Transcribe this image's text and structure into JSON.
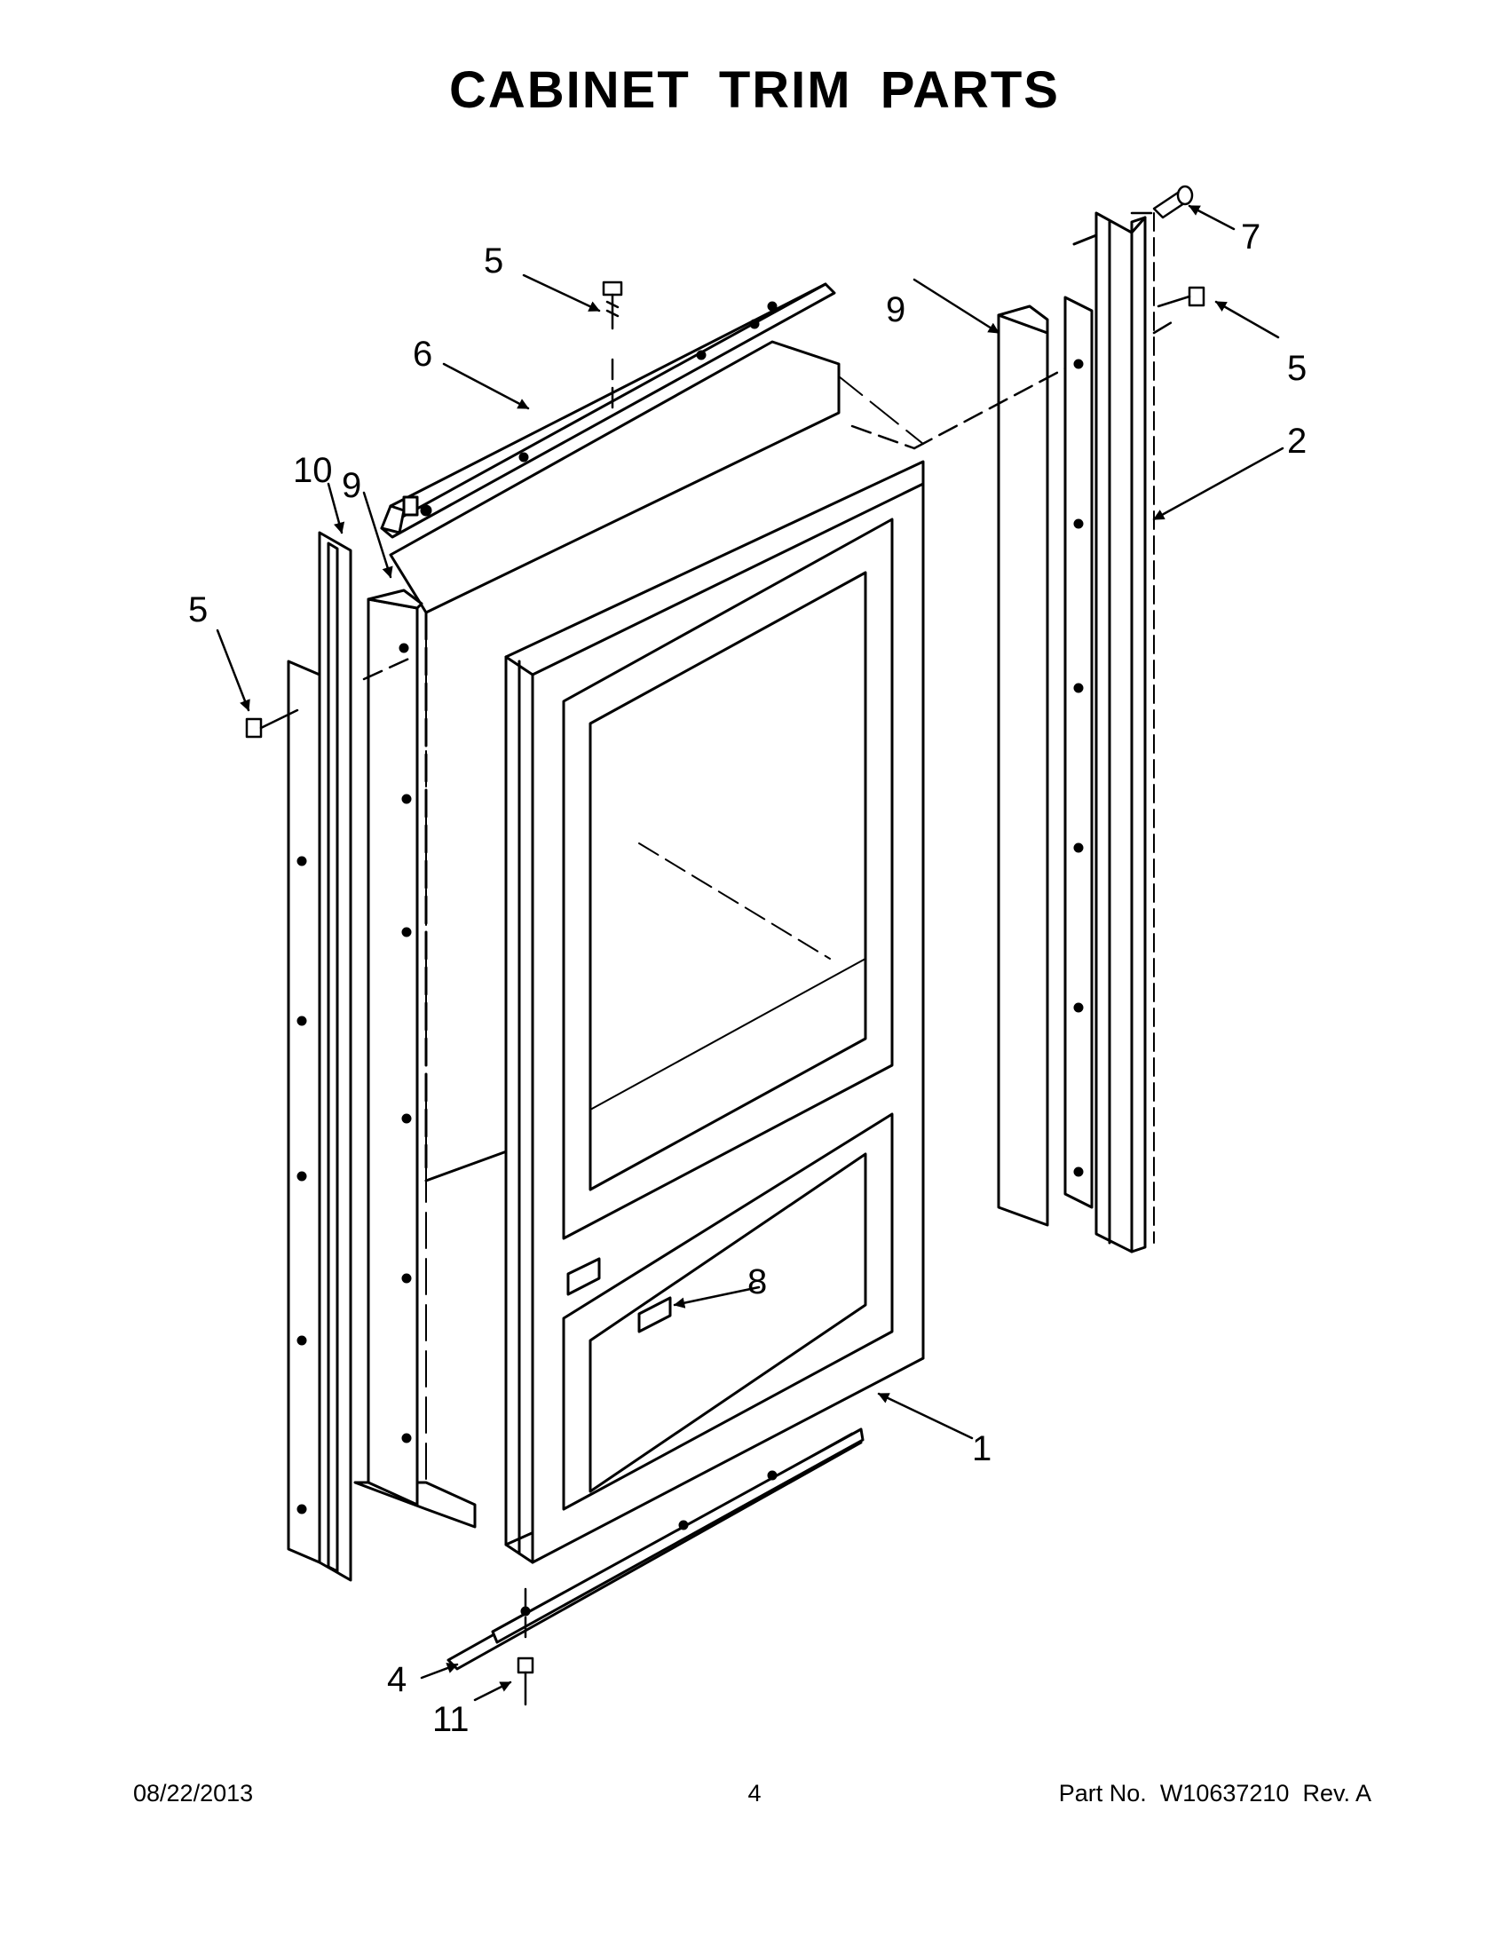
{
  "title": "CABINET TRIM PARTS",
  "callouts": {
    "c1": "1",
    "c2": "2",
    "c4": "4",
    "c5_top": "5",
    "c5_right": "5",
    "c5_left": "5",
    "c6": "6",
    "c7": "7",
    "c8": "8",
    "c9_left": "9",
    "c9_right": "9",
    "c10": "10",
    "c11": "11"
  },
  "footer": {
    "date": "08/22/2013",
    "page": "4",
    "part_label": "Part No.",
    "part_number": "W10637210",
    "rev": "Rev.  A"
  }
}
